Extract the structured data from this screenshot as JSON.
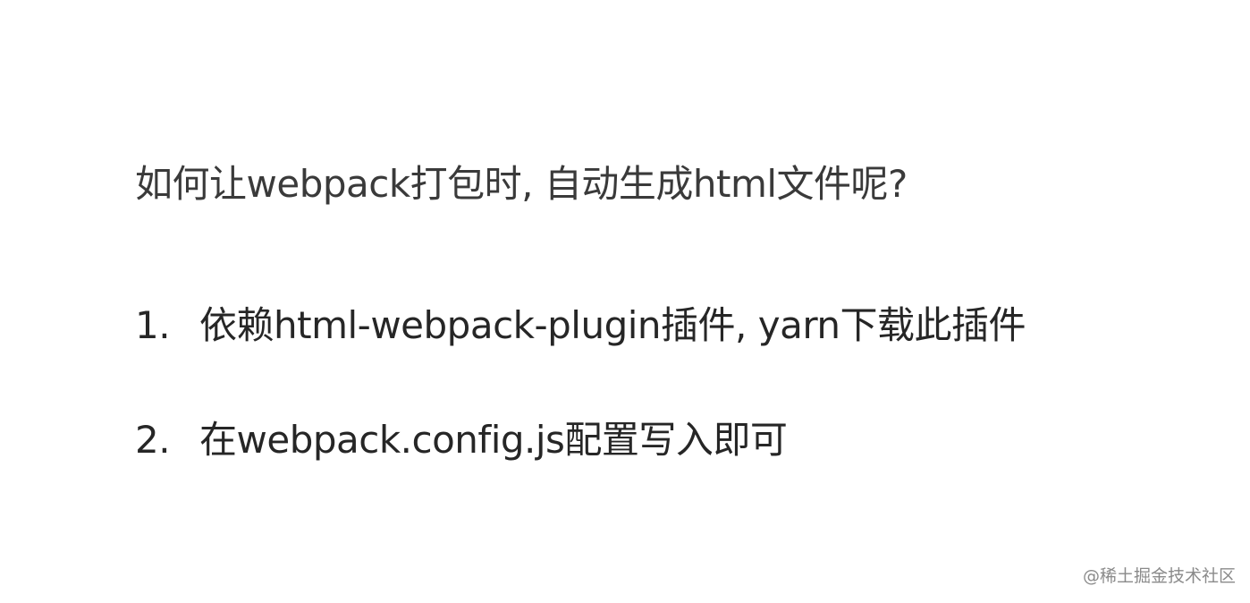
{
  "title": "如何让webpack打包时, 自动生成html文件呢?",
  "steps": [
    {
      "number": "1.",
      "text": "依赖html-webpack-plugin插件, yarn下载此插件"
    },
    {
      "number": "2.",
      "text": "在webpack.config.js配置写入即可"
    }
  ],
  "watermark": "@稀土掘金技术社区",
  "colors": {
    "background": "#ffffff",
    "text": "#2b2b2b",
    "watermark": "#8a8a8a"
  }
}
